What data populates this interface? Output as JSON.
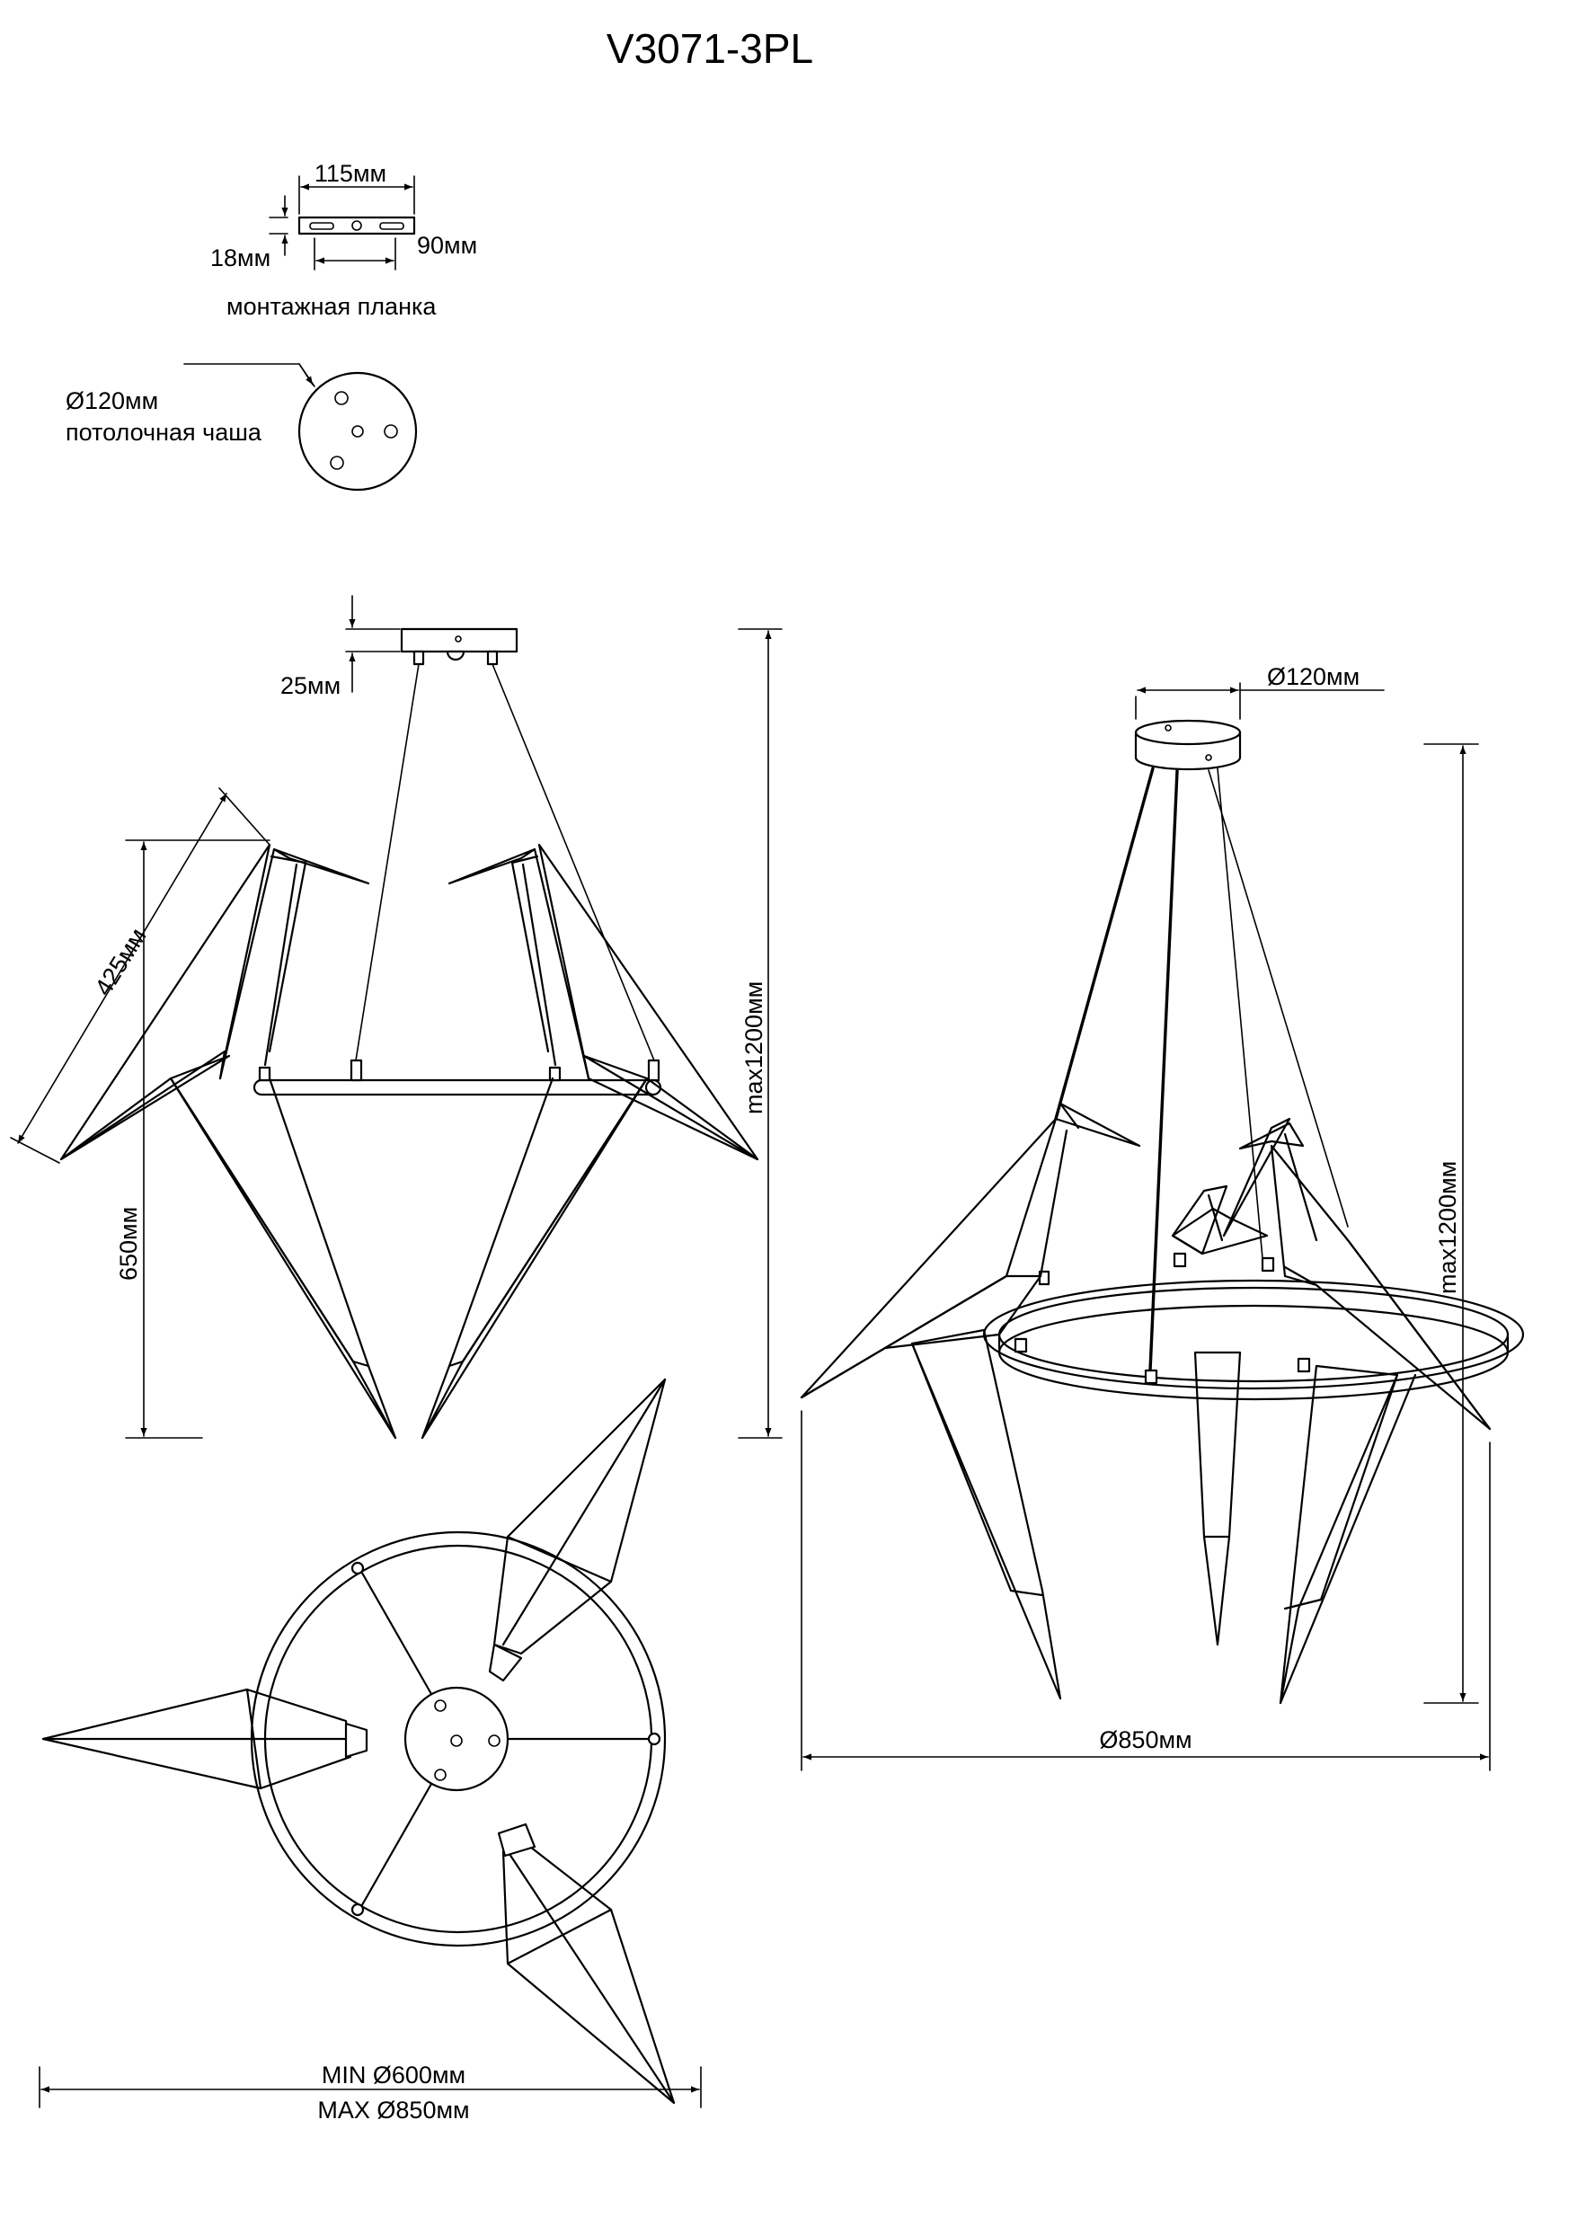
{
  "title": "V3071-3PL",
  "mounting_plate": {
    "width_label": "115мм",
    "height_label": "18мм",
    "slot_label": "90мм",
    "caption": "монтажная планка"
  },
  "canopy": {
    "diameter_label": "Ø120мм",
    "caption": "потолочная чаша"
  },
  "front_view": {
    "canopy_height_label": "25мм",
    "bird_length_label": "425мм",
    "drop_label": "650мм",
    "overall_height_label": "max1200мм"
  },
  "perspective_view": {
    "canopy_diameter_label": "Ø120мм",
    "overall_height_label": "max1200мм",
    "overall_diameter_label": "Ø850мм"
  },
  "top_view": {
    "min_diameter_label": "MIN Ø600мм",
    "max_diameter_label": "MAX Ø850мм"
  }
}
